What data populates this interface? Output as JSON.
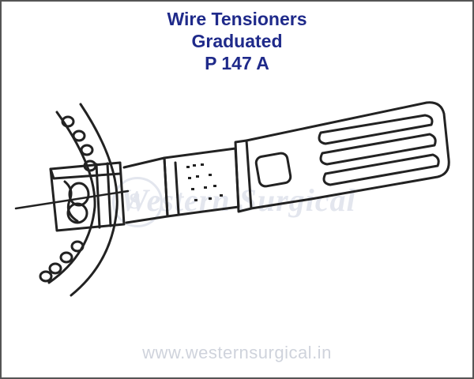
{
  "title_lines": [
    "Wire Tensioners",
    "Graduated",
    "P 147 A"
  ],
  "watermark": {
    "brand_text": "Western Surgical",
    "logo_letter": "S"
  },
  "footer": {
    "website": "www.westernsurgical.in"
  },
  "colors": {
    "title": "#1f2a8a",
    "border": "#555555",
    "ink": "#222222",
    "watermark": "#e3e6ee"
  },
  "illustration": {
    "subject": "wire-tensioner-graduated-drawing"
  }
}
